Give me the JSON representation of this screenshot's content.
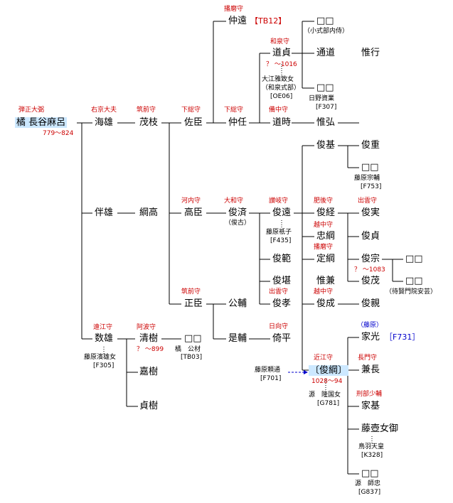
{
  "root": {
    "title": "弾正大弼",
    "name": "橘 長谷麻呂",
    "dates": "779～824"
  },
  "gen1": {
    "kaio": {
      "title": "右京大夫",
      "name": "海雄"
    },
    "tomoo": {
      "name": "伴雄"
    },
    "kazuo": {
      "title": "遠江守",
      "name": "数雄",
      "spouse": "藤原濱雄女",
      "spouse_code": "[F305]"
    }
  },
  "gen2": {
    "shigeeda": {
      "title": "筑前守",
      "name": "茂枝"
    },
    "tsunataka": {
      "name": "綱高"
    },
    "kiyoki": {
      "title": "阿波守",
      "name": "清樹",
      "dates": "？ ～899"
    },
    "kaki": {
      "name": "嘉樹"
    },
    "sadaki": {
      "name": "貞樹"
    }
  },
  "gen3": {
    "sukeomi": {
      "title": "下総守",
      "name": "佐臣"
    },
    "takaomi": {
      "title": "河内守",
      "name": "高臣"
    },
    "masaomi": {
      "title": "筑前守",
      "name": "正臣"
    },
    "kinzai": {
      "name": "□□",
      "note": "橘　公材",
      "code": "[TB03]"
    }
  },
  "gen4": {
    "nakato": {
      "title": "下総守",
      "name": "仲任"
    },
    "nakatoo": {
      "title": "播磨守",
      "name": "仲遠",
      "code": "【TB12】"
    },
    "toshinari": {
      "title": "大和守",
      "name": "俊済",
      "alias": "（俊古）"
    },
    "kinsuke": {
      "name": "公輔"
    },
    "koresuke": {
      "name": "是輔"
    }
  },
  "gen5": {
    "michisada": {
      "title": "和泉守",
      "name": "道貞",
      "dates": "？ ～1016",
      "spouse": "大江雅致女",
      "spouse_alias": "（和泉式部）",
      "spouse_code": "[OE06]"
    },
    "michitoki": {
      "title": "備中守",
      "name": "道時"
    },
    "toshito": {
      "title": "讃岐守",
      "name": "俊遠",
      "spouse": "藤原祇子",
      "spouse_code": "[F435]"
    },
    "toshinori": {
      "name": "俊範"
    },
    "toshikata": {
      "name": "俊堪"
    },
    "toshitaka": {
      "title": "出雲守",
      "name": "俊孝"
    },
    "yorihira": {
      "title": "日向守",
      "name": "倚平"
    }
  },
  "gen6": {
    "koshikibu": {
      "name": "□□",
      "note": "（小式部内侍）"
    },
    "michimichi": {
      "name": "通道"
    },
    "hino": {
      "name": "□□",
      "note": "日野資業",
      "code": "[F307]"
    },
    "korehiro": {
      "name": "惟弘"
    },
    "toshimoto": {
      "name": "俊基"
    },
    "toshitsune": {
      "title": "肥後守",
      "name": "俊経"
    },
    "tadatsuna": {
      "title": "越中守",
      "name": "忠綱"
    },
    "sadatsuna": {
      "title": "播磨守",
      "name": "定綱"
    },
    "korekane": {
      "name": "惟兼"
    },
    "toshishige": {
      "title": "越中守",
      "name": "俊成"
    },
    "toshitsuna": {
      "title": "近江守",
      "name": "〔俊綱〕",
      "dates": "1028～94",
      "father": "藤原頼通",
      "father_code": "[F701]",
      "mother": "源　隆国女",
      "mother_code": "[G781]"
    }
  },
  "gen7": {
    "toshishige2": {
      "name": "俊重"
    },
    "muneho": {
      "name": "□□",
      "note": "藤原宗輔",
      "code": "[F753]"
    },
    "koreyuki": {
      "name": "惟行"
    },
    "toshizane": {
      "title": "出雲守",
      "name": "俊実"
    },
    "toshisada": {
      "name": "俊貞"
    },
    "toshimune": {
      "name": "俊宗",
      "dates": "？ ～1083"
    },
    "toshishige3": {
      "name": "俊茂"
    },
    "toshichika": {
      "name": "俊親"
    },
    "iemitsu": {
      "clan": "（藤原）",
      "name": "家光",
      "code": "［F731］"
    },
    "kanenaga": {
      "title": "長門守",
      "name": "兼長"
    },
    "iemoto": {
      "title": "刑部少輔",
      "name": "家基"
    },
    "fujitsubo": {
      "name": "藤壺女御",
      "spouse": "鳥羽天皇",
      "spouse_code": "[K328]"
    },
    "morotada": {
      "name": "□□",
      "note": "源　師忠",
      "code": "[G837]"
    }
  },
  "gen8": {
    "g8a": {
      "name": "□□"
    },
    "g8b": {
      "name": "□□",
      "note": "（待賢門院安芸）"
    }
  }
}
